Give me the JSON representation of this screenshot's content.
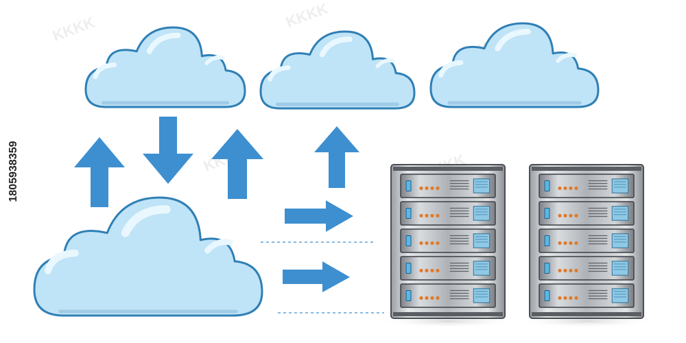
{
  "watermark": {
    "id_text": "1805938359"
  },
  "colors": {
    "cloud_fill": "#bfe3f7",
    "cloud_highlight": "#e9f7fe",
    "cloud_stroke": "#2f7fb5",
    "arrow": "#3d8fd0",
    "server_metal": "#c9ccd0",
    "server_dark": "#4a4d52",
    "led_orange": "#e07a2a",
    "led_blue": "#5ab7e6",
    "dashed_line": "#3d8fd0"
  },
  "icons": {
    "clouds": [
      "cloud-icon-top-left",
      "cloud-icon-top-middle",
      "cloud-icon-top-right",
      "cloud-icon-large"
    ],
    "arrows": [
      "arrow-up-icon",
      "arrow-down-icon",
      "arrow-right-icon"
    ],
    "servers": [
      "server-rack-icon-left",
      "server-rack-icon-right"
    ]
  }
}
